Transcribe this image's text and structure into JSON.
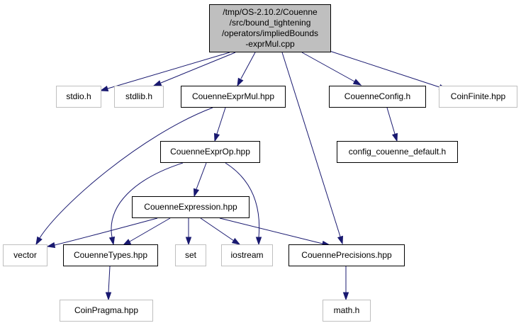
{
  "graph": {
    "nodes": [
      {
        "id": "root",
        "kind": "root",
        "lines": [
          "/tmp/OS-2.10.2/Couenne",
          "/src/bound_tightening",
          "/operators/impliedBounds",
          "-exprMul.cpp"
        ]
      },
      {
        "id": "stdio",
        "kind": "ext",
        "lines": [
          "stdio.h"
        ]
      },
      {
        "id": "stdlib",
        "kind": "ext",
        "lines": [
          "stdlib.h"
        ]
      },
      {
        "id": "exprmul",
        "kind": "main",
        "lines": [
          "CouenneExprMul.hpp"
        ]
      },
      {
        "id": "config",
        "kind": "main",
        "lines": [
          "CouenneConfig.h"
        ]
      },
      {
        "id": "coinfinite",
        "kind": "ext",
        "lines": [
          "CoinFinite.hpp"
        ]
      },
      {
        "id": "configdefault",
        "kind": "main",
        "lines": [
          "config_couenne_default.h"
        ]
      },
      {
        "id": "exprop",
        "kind": "main",
        "lines": [
          "CouenneExprOp.hpp"
        ]
      },
      {
        "id": "expression",
        "kind": "main",
        "lines": [
          "CouenneExpression.hpp"
        ]
      },
      {
        "id": "vector",
        "kind": "ext",
        "lines": [
          "vector"
        ]
      },
      {
        "id": "types",
        "kind": "main",
        "lines": [
          "CouenneTypes.hpp"
        ]
      },
      {
        "id": "set",
        "kind": "ext",
        "lines": [
          "set"
        ]
      },
      {
        "id": "iostream",
        "kind": "ext",
        "lines": [
          "iostream"
        ]
      },
      {
        "id": "precisions",
        "kind": "main",
        "lines": [
          "CouennePrecisions.hpp"
        ]
      },
      {
        "id": "coinpragma",
        "kind": "ext",
        "lines": [
          "CoinPragma.hpp"
        ]
      },
      {
        "id": "math",
        "kind": "ext",
        "lines": [
          "math.h"
        ]
      }
    ],
    "edges": [
      [
        "root",
        "stdio"
      ],
      [
        "root",
        "stdlib"
      ],
      [
        "root",
        "exprmul"
      ],
      [
        "root",
        "config"
      ],
      [
        "root",
        "coinfinite"
      ],
      [
        "root",
        "precisions"
      ],
      [
        "config",
        "configdefault"
      ],
      [
        "exprmul",
        "exprop"
      ],
      [
        "exprmul",
        "vector"
      ],
      [
        "exprop",
        "expression"
      ],
      [
        "exprop",
        "types"
      ],
      [
        "exprop",
        "iostream"
      ],
      [
        "expression",
        "vector"
      ],
      [
        "expression",
        "types"
      ],
      [
        "expression",
        "set"
      ],
      [
        "expression",
        "iostream"
      ],
      [
        "expression",
        "precisions"
      ],
      [
        "types",
        "coinpragma"
      ],
      [
        "precisions",
        "math"
      ]
    ],
    "colors": {
      "edge": "#191970",
      "root_fill": "#bfbfbf",
      "main_border": "#000000",
      "ext_border": "#bfbfbf",
      "text": "#000000"
    }
  }
}
